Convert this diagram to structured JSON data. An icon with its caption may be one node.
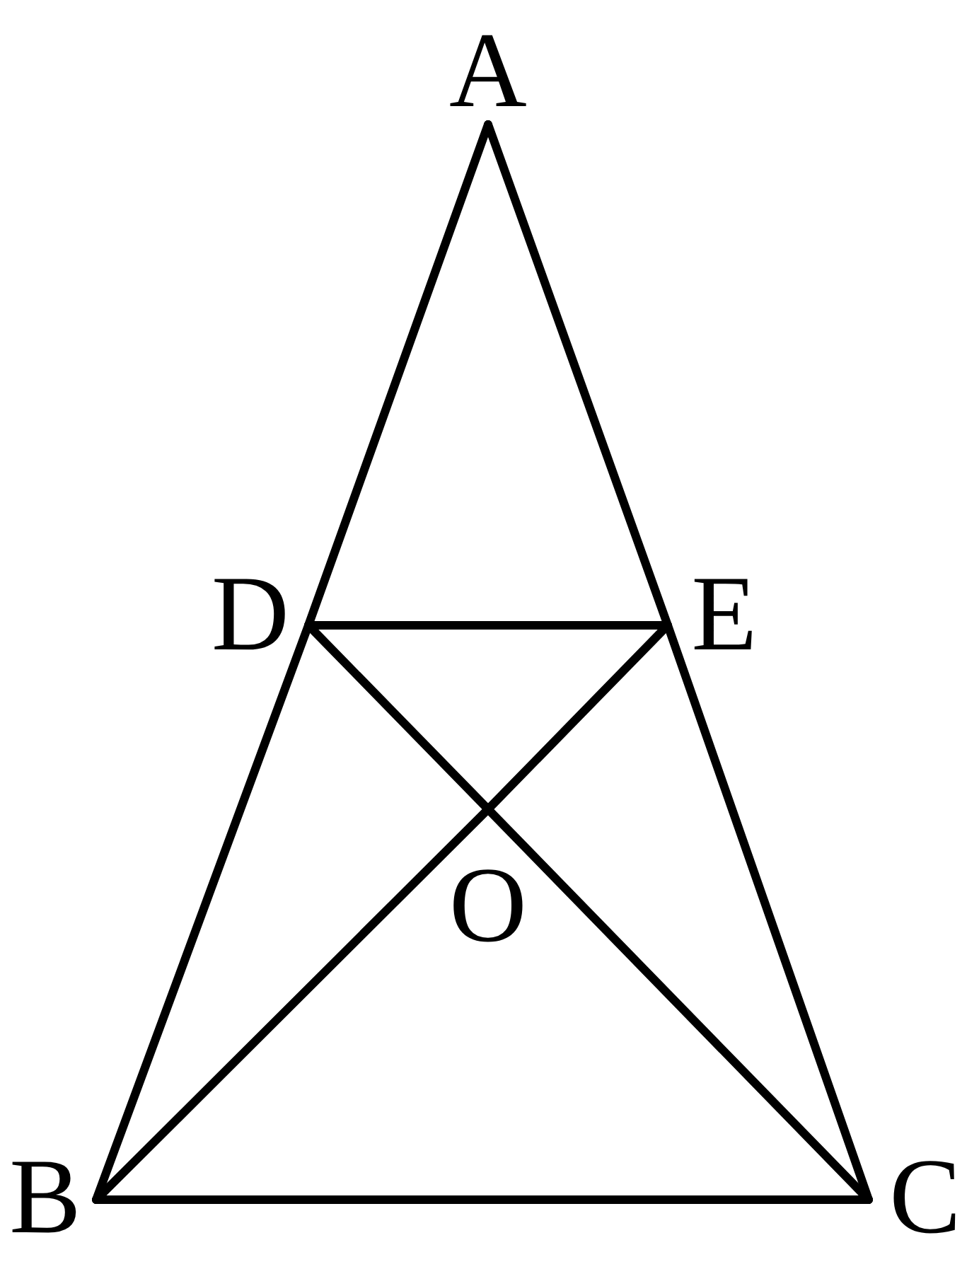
{
  "diagram": {
    "nodes": [
      {
        "text": [
          "A"
        ]
      },
      {
        "text": [
          "D"
        ]
      },
      {
        "text": [
          "E"
        ]
      },
      {
        "text": [
          "O"
        ]
      },
      {
        "text": [
          "B"
        ]
      },
      {
        "text": [
          "C"
        ]
      }
    ],
    "edges": [
      {
        "from": 0,
        "to": 1,
        "arrow": "none"
      },
      {
        "from": 0,
        "to": 2,
        "arrow": "none"
      },
      {
        "from": 1,
        "to": 2,
        "arrow": "none"
      },
      {
        "from": 1,
        "to": 4,
        "arrow": "none"
      },
      {
        "from": 2,
        "to": 5,
        "arrow": "none"
      },
      {
        "from": 1,
        "to": 3,
        "arrow": "none"
      },
      {
        "from": 2,
        "to": 3,
        "arrow": "none"
      },
      {
        "from": 3,
        "to": 4,
        "arrow": "none"
      },
      {
        "from": 3,
        "to": 5,
        "arrow": "none"
      },
      {
        "from": 4,
        "to": 5,
        "arrow": "none"
      }
    ]
  }
}
